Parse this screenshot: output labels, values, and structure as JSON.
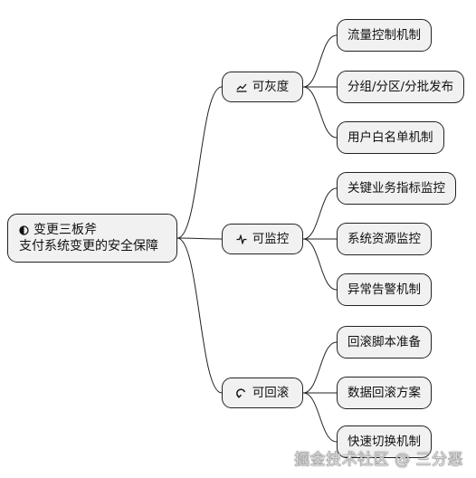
{
  "root": {
    "title": "变更三板斧",
    "subtitle": "支付系统变更的安全保障",
    "icon": "half-circle-icon"
  },
  "branches": [
    {
      "label": "可灰度",
      "icon": "trend-chart-icon",
      "children": [
        "流量控制机制",
        "分组/分区/分批发布",
        "用户白名单机制"
      ]
    },
    {
      "label": "可监控",
      "icon": "pulse-icon",
      "children": [
        "关键业务指标监控",
        "系统资源监控",
        "异常告警机制"
      ]
    },
    {
      "label": "可回滚",
      "icon": "undo-arrow-icon",
      "children": [
        "回滚脚本准备",
        "数据回滚方案",
        "快速切换机制"
      ]
    }
  ],
  "watermark": "掘金技术社区 @ 三分恶"
}
